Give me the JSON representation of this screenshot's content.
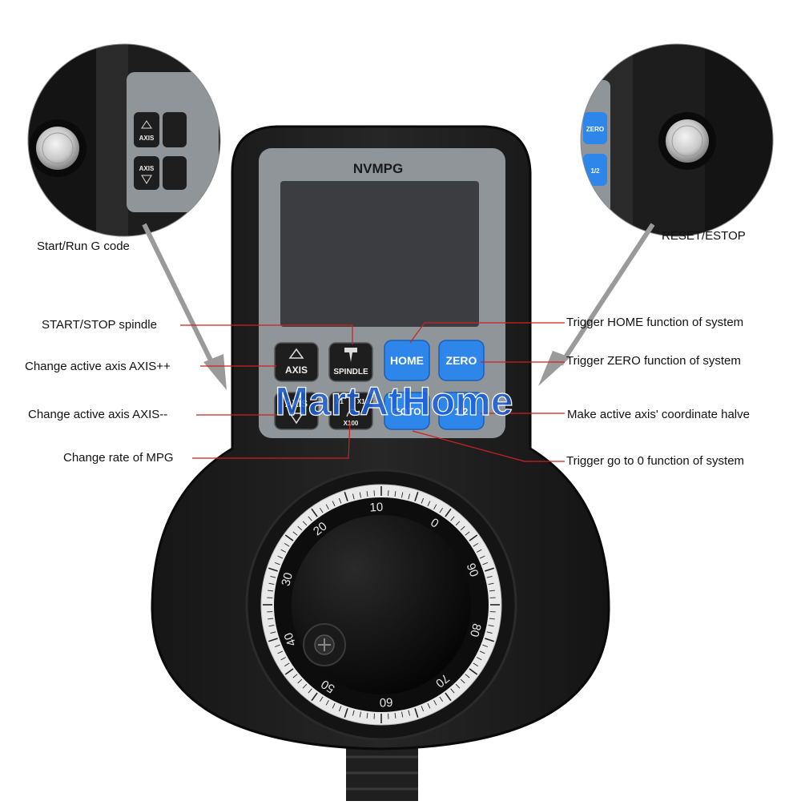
{
  "device": {
    "brand_label": "NVMPG",
    "buttons": {
      "axis_up": "AXIS",
      "spindle": "SPINDLE",
      "home": "HOME",
      "zero": "ZERO",
      "axis_down": "AXIS",
      "rate_x1": "X1",
      "rate_x10": "X10",
      "rate_x100": "X100",
      "goto0": "GOTO",
      "half": "1/2"
    },
    "dial_numbers": [
      "10",
      "0",
      "90",
      "80",
      "70",
      "60",
      "50",
      "40",
      "30",
      "20"
    ]
  },
  "insets": {
    "left": {
      "label": "Start/Run G code",
      "key_axis_up": "AXIS",
      "key_axis_down": "AXIS"
    },
    "right": {
      "label": "RESET/ESTOP",
      "key_zero": "ZERO",
      "key_half": "1/2"
    }
  },
  "callouts": {
    "left": [
      "START/STOP spindle",
      "Change active axis AXIS++",
      "Change active axis AXIS--",
      "Change rate of MPG"
    ],
    "right": [
      "Trigger HOME function of system",
      "Trigger ZERO function of system",
      "Make active axis' coordinate halve",
      "Trigger go to 0 function of system"
    ]
  },
  "watermark": "MartAtHome",
  "colors": {
    "callout_line": "#cc2222",
    "body": "#1c1c1c",
    "panel": "#8f9599",
    "screen": "#3c3d40",
    "blue_button": "#2f86ea",
    "watermark": "#1f5fd6"
  }
}
